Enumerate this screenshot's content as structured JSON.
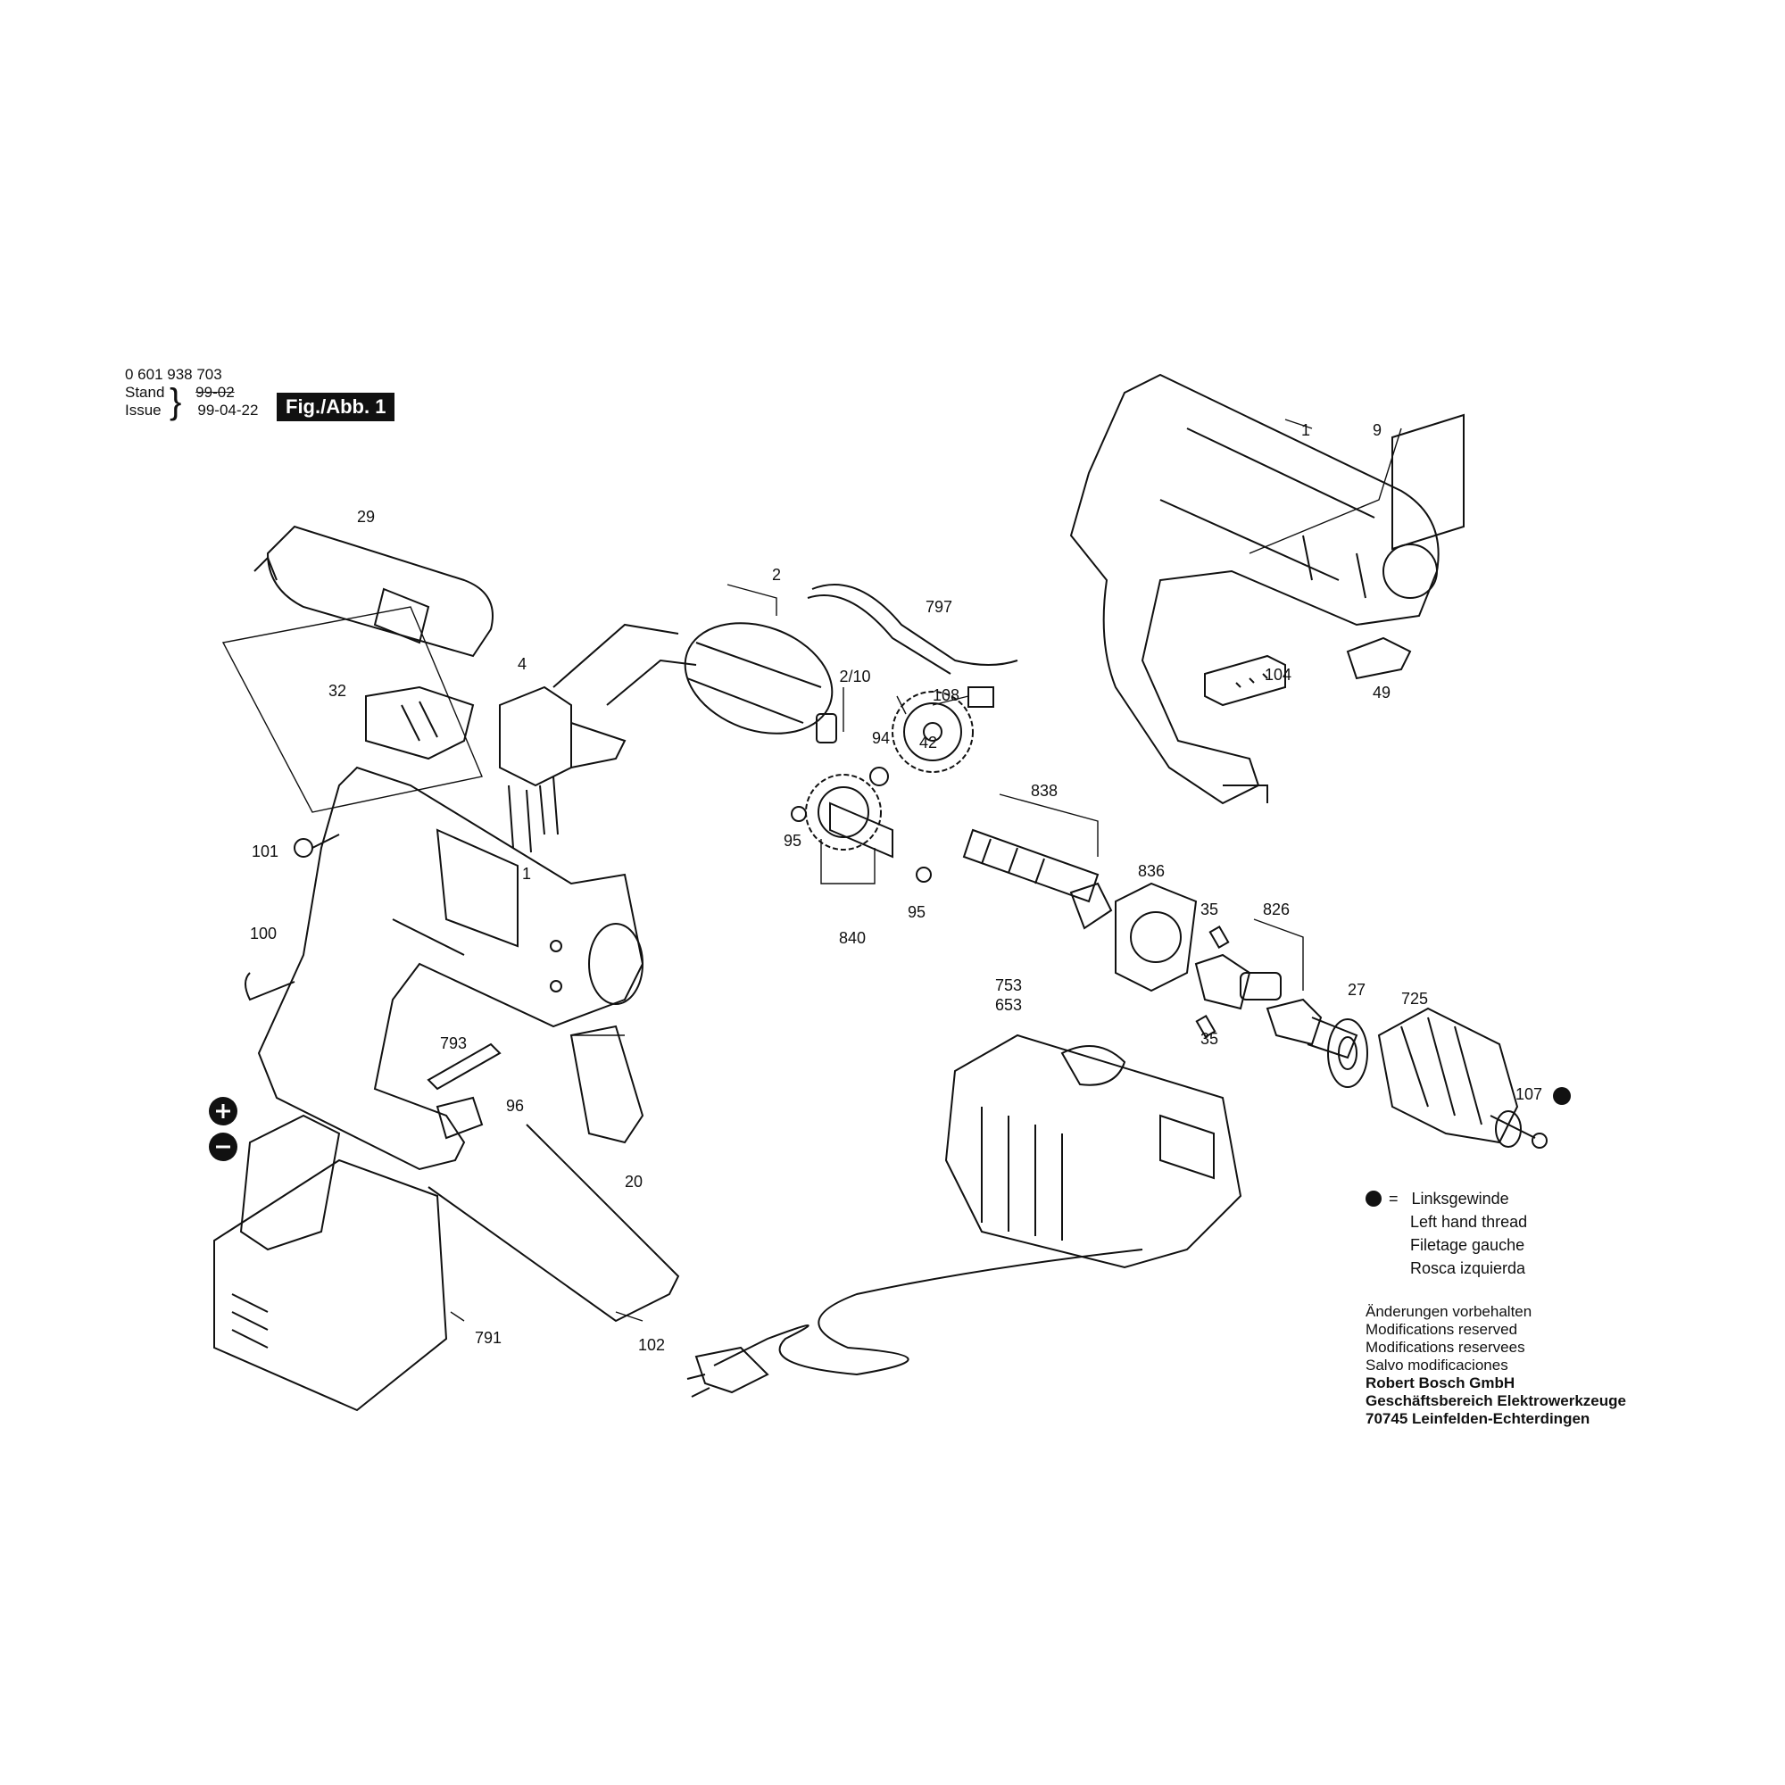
{
  "header": {
    "part_number": "0 601 938 703",
    "stand_label": "Stand",
    "issue_label": "Issue",
    "stand_value_crossed": "99-02",
    "issue_value": "99-04-22",
    "fig_label": "Fig./Abb. 1"
  },
  "parts": [
    {
      "label": "29"
    },
    {
      "label": "32"
    },
    {
      "label": "4"
    },
    {
      "label": "2"
    },
    {
      "label": "2/10"
    },
    {
      "label": "797"
    },
    {
      "label": "108"
    },
    {
      "label": "1"
    },
    {
      "label": "9"
    },
    {
      "label": "104"
    },
    {
      "label": "49"
    },
    {
      "label": "94"
    },
    {
      "label": "42"
    },
    {
      "label": "95"
    },
    {
      "label": "95"
    },
    {
      "label": "840"
    },
    {
      "label": "838"
    },
    {
      "label": "836"
    },
    {
      "label": "35"
    },
    {
      "label": "35"
    },
    {
      "label": "826"
    },
    {
      "label": "27"
    },
    {
      "label": "725"
    },
    {
      "label": "107"
    },
    {
      "label": "101"
    },
    {
      "label": "1"
    },
    {
      "label": "100"
    },
    {
      "label": "793"
    },
    {
      "label": "96"
    },
    {
      "label": "20"
    },
    {
      "label": "753"
    },
    {
      "label": "653"
    },
    {
      "label": "791"
    },
    {
      "label": "102"
    }
  ],
  "legend": {
    "symbol_eq": "=",
    "lines": [
      "Linksgewinde",
      "Left hand thread",
      "Filetage gauche",
      "Rosca izquierda"
    ]
  },
  "modifications": {
    "lines": [
      "Änderungen vorbehalten",
      "Modifications reserved",
      "Modifications reservees",
      "Salvo modificaciones"
    ],
    "company": [
      "Robert Bosch GmbH",
      "Geschäftsbereich Elektrowerkzeuge",
      "70745 Leinfelden-Echterdingen"
    ]
  },
  "colors": {
    "ink": "#111111",
    "paper": "#ffffff"
  },
  "icons": [
    "plus-terminal-icon",
    "minus-terminal-icon",
    "left-hand-thread-dot-icon"
  ]
}
